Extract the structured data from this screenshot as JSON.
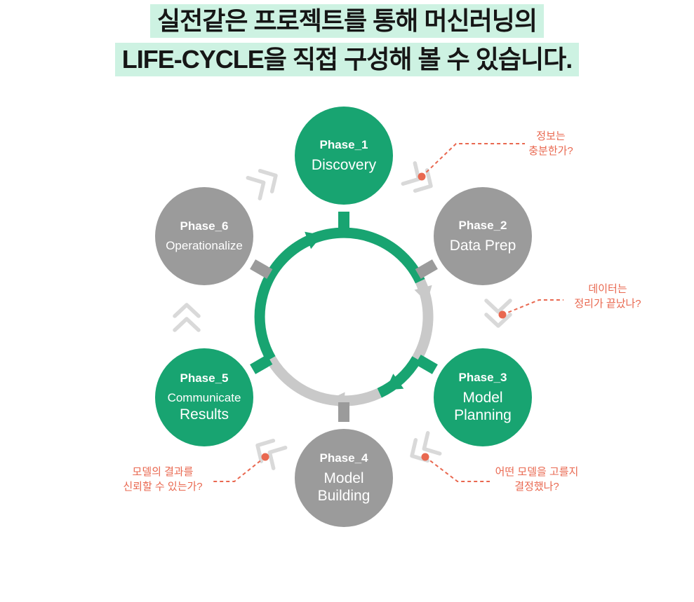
{
  "title": {
    "line1": "실전같은 프로젝트를 통해 머신러닝의",
    "line2": "LIFE-CYCLE을 직접 구성해 볼 수 있습니다."
  },
  "phases": [
    {
      "label": "Phase_1",
      "name_line1": "Discovery",
      "name_line2": "",
      "color": "green"
    },
    {
      "label": "Phase_2",
      "name_line1": "Data Prep",
      "name_line2": "",
      "color": "gray"
    },
    {
      "label": "Phase_3",
      "name_line1": "Model",
      "name_line2": "Planning",
      "color": "green"
    },
    {
      "label": "Phase_4",
      "name_line1": "Model",
      "name_line2": "Building",
      "color": "gray"
    },
    {
      "label": "Phase_5",
      "name_line1": "Communicate",
      "name_line2": "Results",
      "color": "green"
    },
    {
      "label": "Phase_6",
      "name_line1": "Operationalize",
      "name_line2": "",
      "color": "gray"
    }
  ],
  "annotations": [
    {
      "line1": "정보는",
      "line2": "충분한가?"
    },
    {
      "line1": "데이터는",
      "line2": "정리가 끝났나?"
    },
    {
      "line1": "어떤 모델을 고를지",
      "line2": "결정했나?"
    },
    {
      "line1": "모델의 결과를",
      "line2": "신뢰할 수 있는가?"
    }
  ],
  "colors": {
    "green": "#18a471",
    "gray": "#9b9b9b",
    "ring_gray": "#c9c9c9",
    "chevron_gray": "#d9d9d9",
    "red": "#e96850",
    "highlight": "#cdf2e2",
    "title_text": "#161616"
  }
}
